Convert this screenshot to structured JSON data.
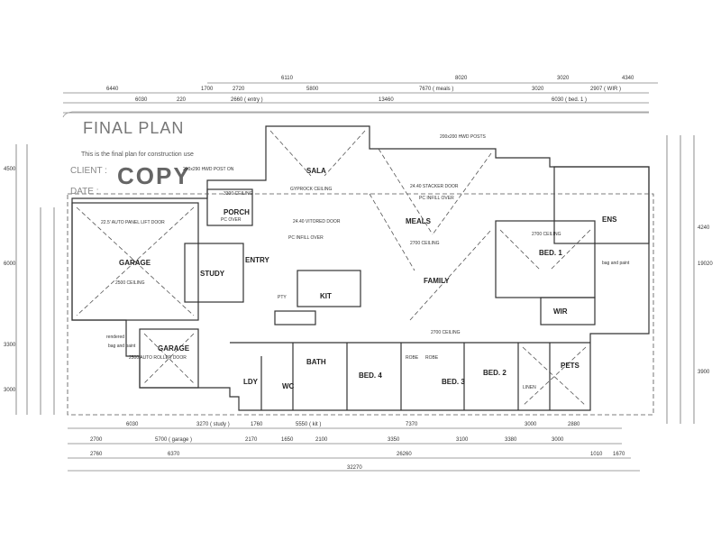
{
  "header": {
    "title": "FINAL PLAN",
    "subtitle": "This is the final plan for construction use",
    "client_label": "CLIENT :",
    "date_label": "DATE :",
    "stamp": "COPY"
  },
  "rooms": {
    "sala": "SALA",
    "meals": "MEALS",
    "family": "FAMILY",
    "porch": "PORCH",
    "garage": "GARAGE",
    "study": "STUDY",
    "entry": "ENTRY",
    "kit": "KIT",
    "bed1": "BED. 1",
    "ens": "ENS",
    "wir": "WIR",
    "garage2": "GARAGE",
    "bath": "BATH",
    "ldy": "LDY",
    "wc": "WC",
    "bed4": "BED. 4",
    "bed3": "BED. 3",
    "bed2": "BED. 2",
    "pets": "PETS"
  },
  "notes": {
    "gyprock": "GYPROCK CEILING",
    "ceil_meals": "2700 CEILING",
    "ceil_bed1": "2700 CEILING",
    "ceil_garage": "2500 CEILING",
    "ceil_porch": "3300 CEILING",
    "ceil_hall": "2700 CEILING",
    "pc_over_porch": "PC OVER",
    "pc_infill": "PC INFILL OVER",
    "pc_infill2": "PC INFILL OVER",
    "auto_door": "22.5' AUTO PANEL LIFT DOOR",
    "stacker": "24.40 STACKER DOOR",
    "vitdoor": "24.40 VITORED DOOR",
    "post1": "290x290 HWD POST ON",
    "post2": "200x200 HWD POSTS",
    "robe1": "ROBE",
    "robe2": "ROBE",
    "linen": "LINEN",
    "pantry": "PTY",
    "bag_left": "bag and paint",
    "bag_right": "bag and paint",
    "auto_door2": "2500 AUTO ROLLER DOOR",
    "rendered": "rendered"
  },
  "dims": {
    "top1": "6440",
    "top2": "1700",
    "top3": "2720",
    "top4": "5800",
    "top5": "7670 ( meals )",
    "top6": "3020",
    "top7": "2907 ( WIR )",
    "top8": "6030",
    "top9": "220",
    "top10": "2660 ( entry )",
    "top11": "13460",
    "top12": "6030 ( bed. 1 )",
    "top13": "6110",
    "top14": "8020",
    "top15": "3020",
    "top16": "4340",
    "bot1": "6030",
    "bot2": "3270 ( study )",
    "bot3": "1760",
    "bot4": "5550 ( kit )",
    "bot5": "7370",
    "bot6": "3000",
    "bot7": "2880",
    "bot8": "2700",
    "bot9": "5700 ( garage )",
    "bot10": "2170",
    "bot11": "1650",
    "bot12": "2100",
    "bot13": "3350",
    "bot14": "3100",
    "bot15": "3380",
    "bot16": "3000",
    "bot17": "2760",
    "bot18": "6370",
    "bot19": "26260",
    "bot20": "1010",
    "bot21": "1670",
    "bot22": "32270",
    "left1": "4500",
    "left2": "6000",
    "left3": "3300",
    "left4": "3000",
    "right1": "19020",
    "right2": "4240",
    "right3": "3900"
  }
}
